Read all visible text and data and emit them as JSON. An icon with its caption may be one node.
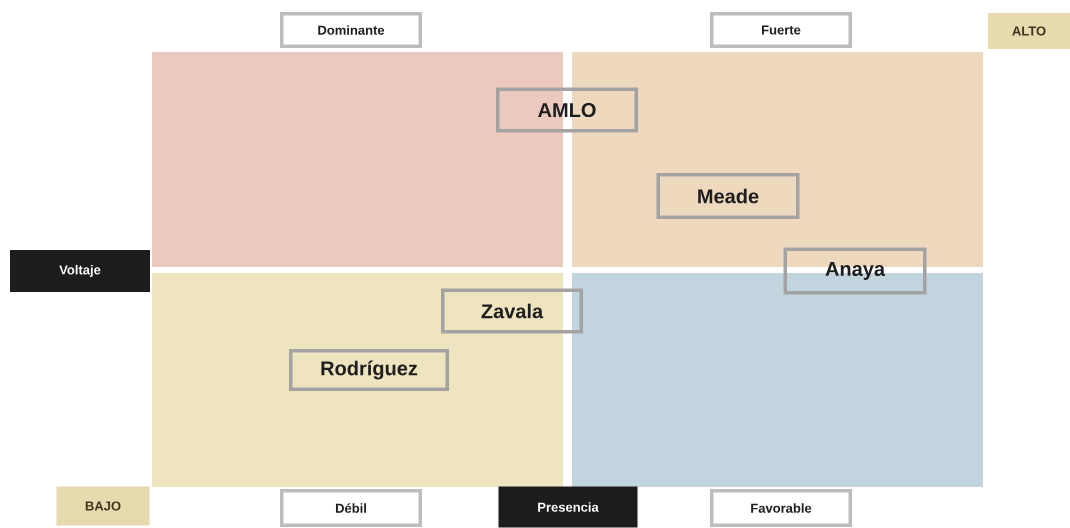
{
  "diagram": {
    "nodes": [
      {
        "text": [
          "Dominante"
        ]
      },
      {
        "text": [
          "Fuerte"
        ]
      },
      {
        "text": [
          "ALTO"
        ]
      },
      {
        "text": [
          "AMLO"
        ]
      },
      {
        "text": [
          "Meade"
        ]
      },
      {
        "text": [
          "Voltaje"
        ]
      },
      {
        "text": [
          "Anaya"
        ]
      },
      {
        "text": [
          "Zavala"
        ]
      },
      {
        "text": [
          "Rodríguez"
        ]
      },
      {
        "text": [
          "BAJO"
        ]
      },
      {
        "text": [
          "Débil"
        ]
      },
      {
        "text": [
          "Presencia"
        ]
      },
      {
        "text": [
          "Favorable"
        ]
      }
    ]
  }
}
